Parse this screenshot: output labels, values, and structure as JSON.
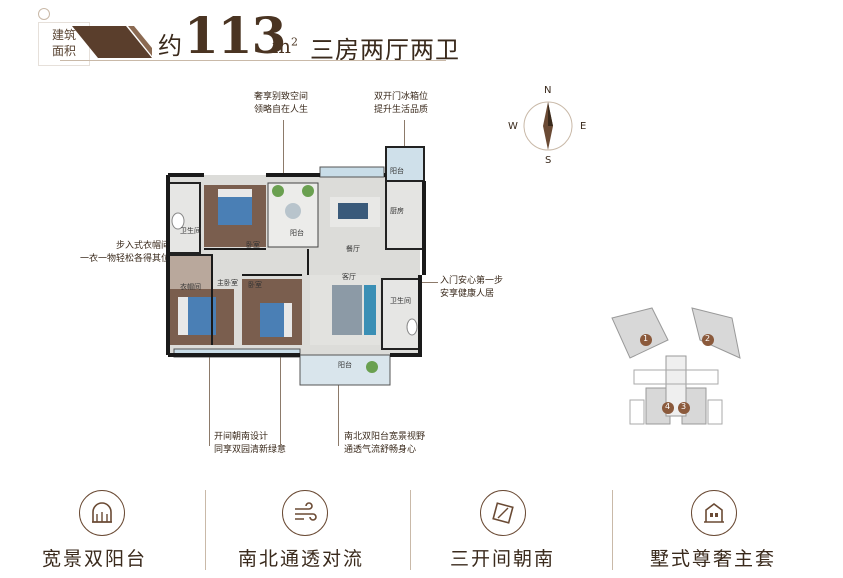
{
  "header": {
    "badge_line1": "建筑",
    "badge_line2": "面积",
    "approx": "约",
    "area_value": "113",
    "area_unit": "m",
    "area_sup": "2",
    "layout_type": "三房两厅两卫"
  },
  "annotations": {
    "top_left": [
      "奢享别致空间",
      "领略自在人生"
    ],
    "top_right": [
      "双开门冰箱位",
      "提升生活品质"
    ],
    "left": [
      "步入式衣帽间",
      "一衣一物轻松各得其位"
    ],
    "right": [
      "入门安心第一步",
      "安享健康人居"
    ],
    "bottom_left": [
      "开间朝南设计",
      "同享双园清新绿意"
    ],
    "bottom_right": [
      "南北双阳台宽景视野",
      "通透气流舒畅身心"
    ]
  },
  "rooms": {
    "balcony_top_right": "阳台",
    "kitchen": "厨房",
    "bathroom_1": "卫生间",
    "bedroom_1": "卧室",
    "balcony_mid": "阳台",
    "dining": "餐厅",
    "walkin_closet": "衣帽间",
    "master_bedroom": "主卧室",
    "bedroom_2": "卧室",
    "living": "客厅",
    "bathroom_2": "卫生间",
    "balcony_bottom": "阳台"
  },
  "compass": {
    "n": "N",
    "s": "S",
    "e": "E",
    "w": "W"
  },
  "keyplan": {
    "units": [
      "1",
      "2",
      "3",
      "4"
    ]
  },
  "features": [
    {
      "label": "宽景双阳台",
      "icon": "balcony-arch-icon"
    },
    {
      "label": "南北通透对流",
      "icon": "wind-flow-icon"
    },
    {
      "label": "三开间朝南",
      "icon": "compass-diamond-icon"
    },
    {
      "label": "墅式尊奢主套",
      "icon": "villa-building-icon"
    }
  ],
  "colors": {
    "accent_brown": "#6a4a34",
    "bed_blue": "#4a7fb5",
    "plant_green": "#6aa050",
    "floor_grey": "#d9d9d6",
    "wood_floor": "#7a5e4e"
  }
}
